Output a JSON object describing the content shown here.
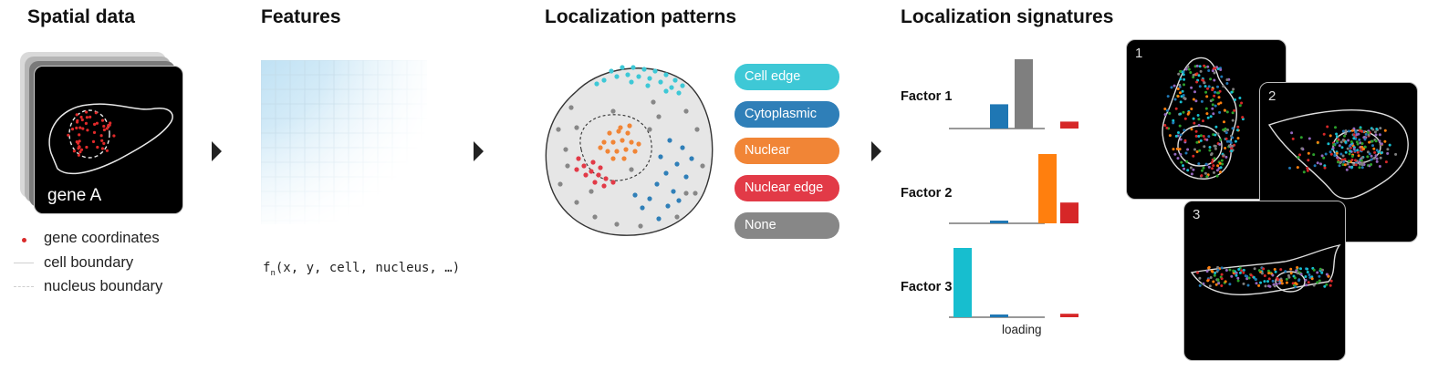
{
  "sections": {
    "spatial": "Spatial data",
    "features": "Features",
    "patterns": "Localization patterns",
    "signatures": "Localization signatures"
  },
  "spatial": {
    "gene_label": "gene A",
    "legend": [
      {
        "label": "gene coordinates",
        "symbol": "red-dot"
      },
      {
        "label": "cell boundary",
        "symbol": "solid-line"
      },
      {
        "label": "nucleus boundary",
        "symbol": "dashed-line"
      }
    ]
  },
  "features": {
    "function_text": "f",
    "function_sub": "n",
    "function_args": "(x, y, cell, nucleus, …)"
  },
  "patterns": [
    {
      "label": "Cell edge",
      "color": "#3ec8d6"
    },
    {
      "label": "Cytoplasmic",
      "color": "#2f7fb8"
    },
    {
      "label": "Nuclear",
      "color": "#f18536"
    },
    {
      "label": "Nuclear edge",
      "color": "#e23a47"
    },
    {
      "label": "None",
      "color": "#878787"
    }
  ],
  "chart_data": {
    "type": "bar",
    "xlabel": "loading",
    "categories": [
      "Cell edge",
      "Cytoplasmic",
      "Nuclear",
      "Nuclear edge",
      "None"
    ],
    "colors": [
      "#17becf",
      "#1f77b4",
      "#ff7f0e",
      "#d62728",
      "#7f7f7f"
    ],
    "series": [
      {
        "name": "Factor 1",
        "values": [
          0.0,
          0.35,
          0.0,
          0.1,
          1.0
        ]
      },
      {
        "name": "Factor 2",
        "values": [
          0.0,
          0.04,
          1.0,
          0.3,
          0.0
        ]
      },
      {
        "name": "Factor 3",
        "values": [
          1.0,
          0.04,
          0.0,
          0.05,
          0.0
        ]
      }
    ]
  },
  "signature_tiles": [
    "1",
    "2",
    "3"
  ]
}
